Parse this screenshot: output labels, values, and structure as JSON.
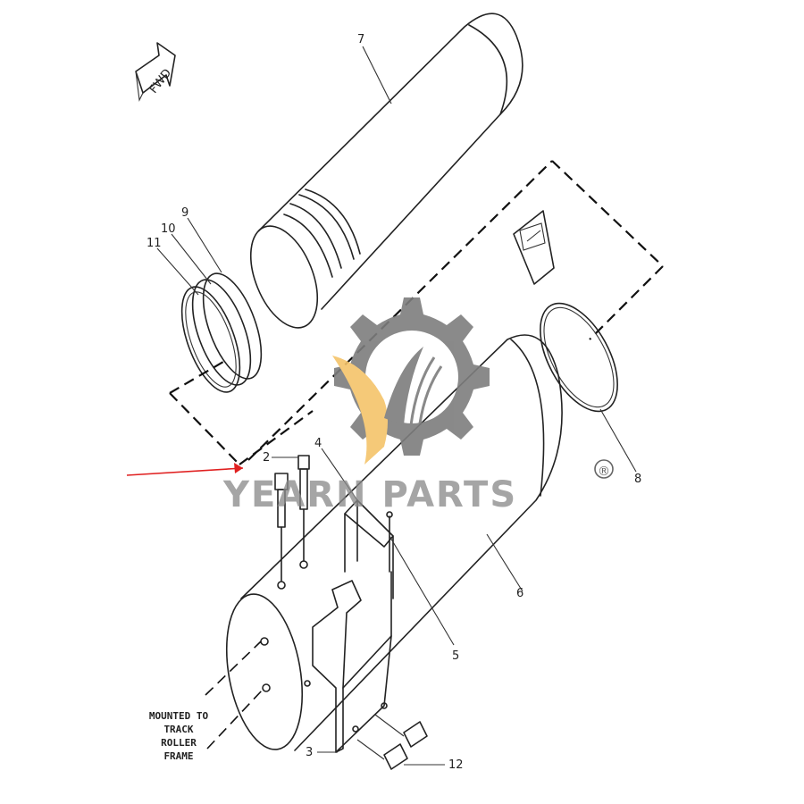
{
  "diagram": {
    "fwd_label": "FWD",
    "callouts": {
      "c2": "2",
      "c3": "3",
      "c4": "4",
      "c5": "5",
      "c6": "6",
      "c7": "7",
      "c8": "8",
      "c9": "9",
      "c10": "10",
      "c11": "11",
      "c12": "12"
    },
    "note_lines": [
      "MOUNTED TO",
      "TRACK",
      "ROLLER",
      "FRAME"
    ]
  },
  "watermark": {
    "text": "YEARN PARTS",
    "registered_mark": "®",
    "gear_color": "#7d7d7d",
    "accent_color": "#f5c46a"
  },
  "pointer": {
    "color": "#e02020"
  }
}
